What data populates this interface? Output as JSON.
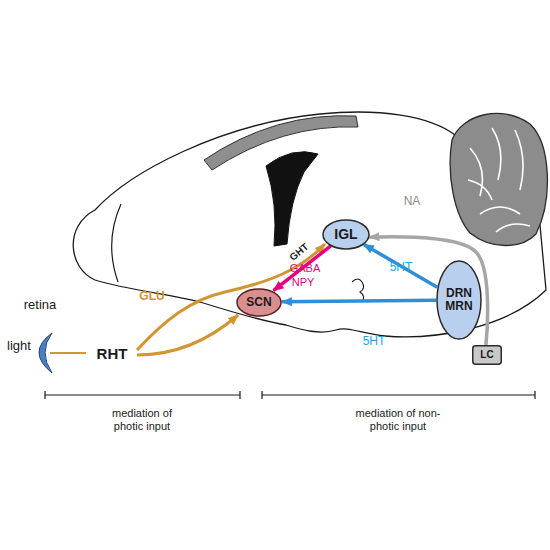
{
  "diagram": {
    "nodes": [
      {
        "text": [
          "IGL"
        ]
      },
      {
        "text": [
          "SCN"
        ]
      },
      {
        "text": [
          "DRN",
          "MRN"
        ]
      },
      {
        "text": [
          "LC"
        ]
      }
    ],
    "edges": [
      {
        "from": 0,
        "to": 1,
        "arrow": "to",
        "label": "GHT"
      },
      {
        "from": 3,
        "to": 0,
        "arrow": "to",
        "label": "NA"
      },
      {
        "from": 2,
        "to": 0,
        "arrow": "to",
        "label": "5HT"
      },
      {
        "from": 2,
        "to": 1,
        "arrow": "to",
        "label": "5HT"
      }
    ],
    "labels": [
      "retina",
      "light",
      "RHT",
      "GLU",
      "GABA",
      "NPY",
      "mediation of photic input",
      "mediation of non-photic input"
    ]
  }
}
